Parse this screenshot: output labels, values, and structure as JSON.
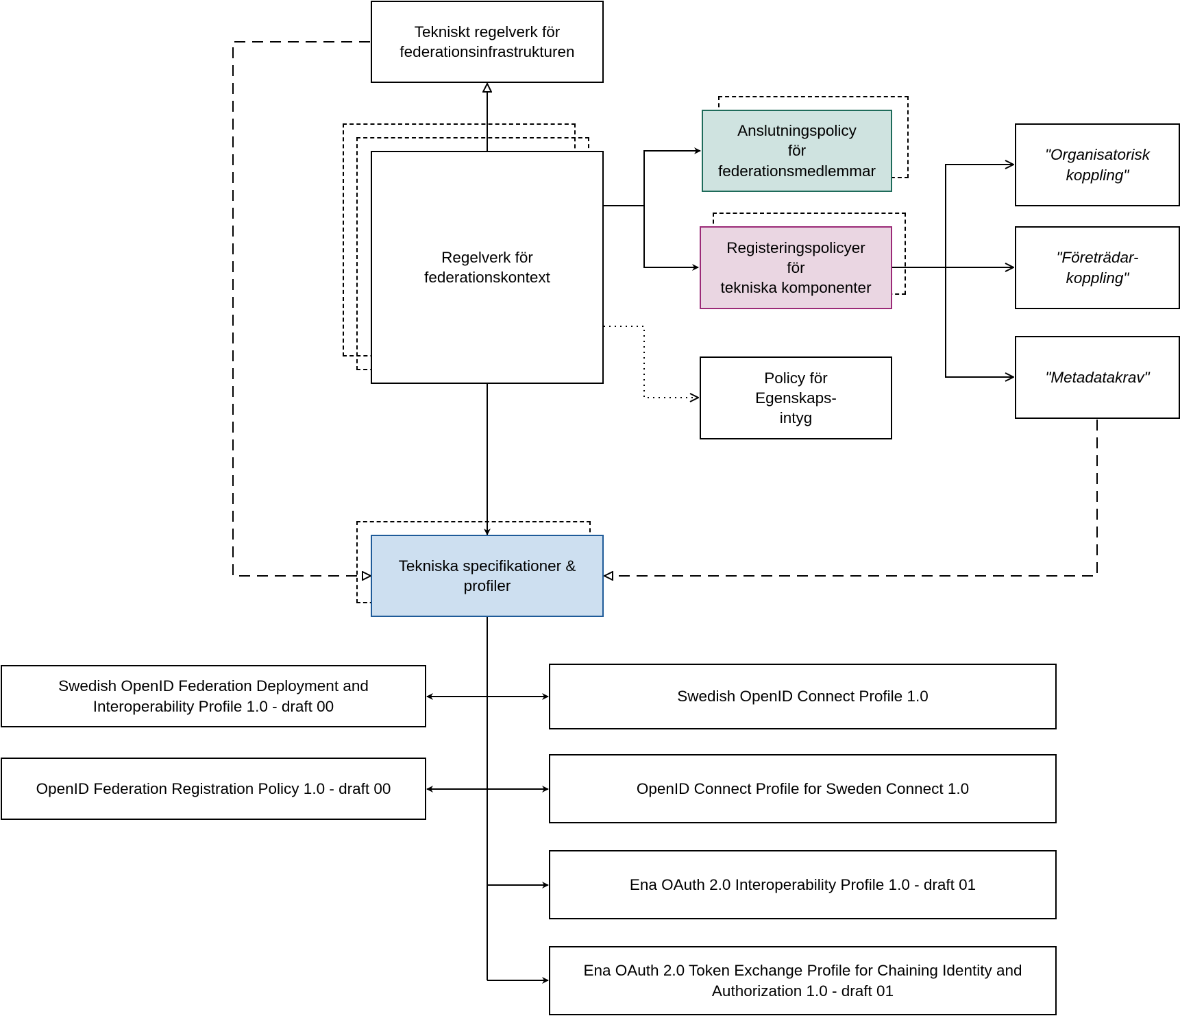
{
  "diagram": {
    "nodes": {
      "tekniskt_regelverk": "Tekniskt regelverk för\nfederationsinfrastrukturen",
      "regelverk_kontext": "Regelverk för\nfederationskontext",
      "anslutningspolicy": "Anslutningspolicy\nför\nfederationsmedlemmar",
      "registeringspolicyer": "Registeringspolicyer\nför\ntekniska komponenter",
      "policy_egenskapsintyg": "Policy för\nEgenskaps-\nintyg",
      "organisatorisk": "\"Organisatorisk\nkoppling\"",
      "foretradar": "\"Företrädar-\nkoppling\"",
      "metadatakrav": "\"Metadatakrav\"",
      "tekniska_spec": "Tekniska specifikationer &\nprofiler",
      "swedish_fed_profile": "Swedish OpenID Federation Deployment and\nInteroperability Profile 1.0 - draft 00",
      "fed_registration_policy": "OpenID Federation Registration Policy 1.0 - draft 00",
      "swedish_oidc_profile": "Swedish OpenID Connect Profile 1.0",
      "oidc_sweden_connect": "OpenID Connect Profile for Sweden Connect 1.0",
      "ena_oauth_interop": "Ena OAuth 2.0 Interoperability Profile 1.0 - draft 01",
      "ena_oauth_token_exchange": "Ena OAuth 2.0 Token Exchange Profile for Chaining Identity and\nAuthorization 1.0 - draft 01"
    },
    "colors": {
      "teal_fill": "#cfe3e0",
      "teal_border": "#1e6b5a",
      "pink_fill": "#ead6e2",
      "pink_border": "#9b2a77",
      "blue_fill": "#cddff0",
      "blue_border": "#1f5b99"
    }
  }
}
